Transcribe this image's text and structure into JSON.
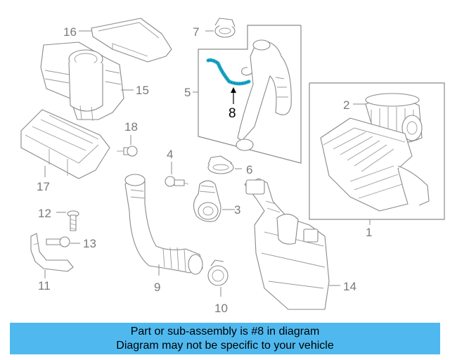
{
  "callouts": {
    "c1": "1",
    "c2": "2",
    "c3": "3",
    "c4": "4",
    "c5": "5",
    "c6": "6",
    "c7": "7",
    "c8": "8",
    "c9": "9",
    "c10": "10",
    "c11": "11",
    "c12": "12",
    "c13": "13",
    "c14": "14",
    "c15": "15",
    "c16": "16",
    "c17": "17",
    "c18": "18"
  },
  "highlight_color": "#1aa6c8",
  "footer": {
    "line1": "Part or sub-assembly is #8 in diagram",
    "line2": "Diagram may not be specific to your vehicle",
    "background": "#4fb9ef"
  }
}
